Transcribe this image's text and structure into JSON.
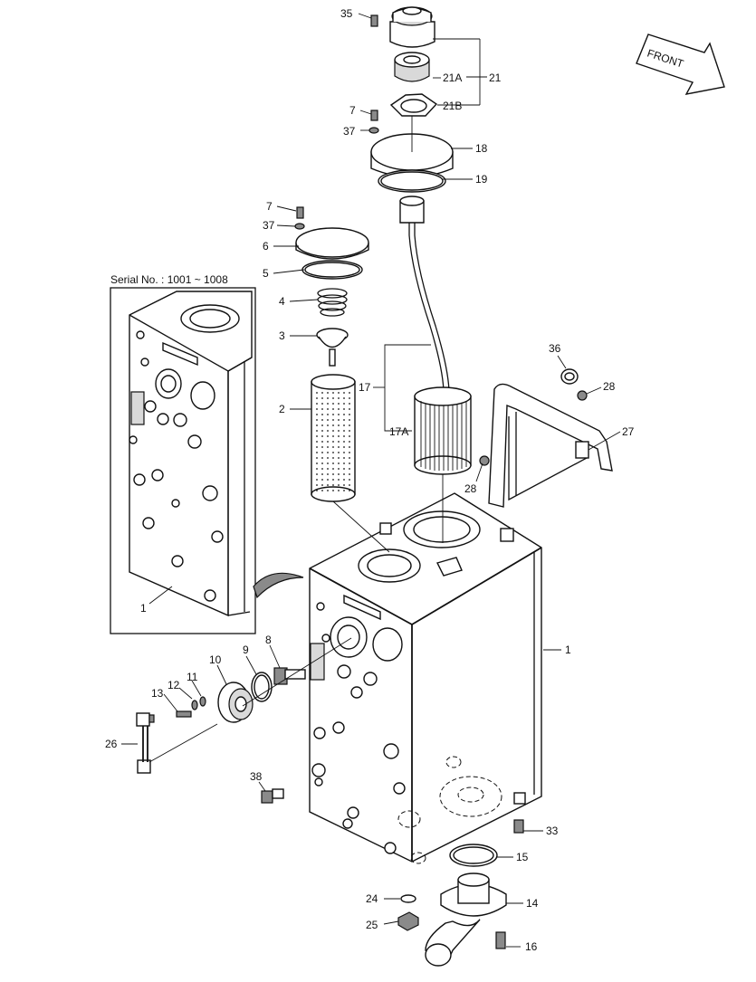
{
  "diagram": {
    "front_arrow_label": "FRONT",
    "serial_note": "Serial No. : 1001 ~ 1008",
    "callouts": [
      "35",
      "21A",
      "21",
      "21B",
      "7",
      "37",
      "18",
      "19",
      "7",
      "37",
      "6",
      "5",
      "4",
      "3",
      "2",
      "17",
      "17A",
      "36",
      "28",
      "27",
      "28",
      "1",
      "1",
      "10",
      "9",
      "8",
      "12",
      "11",
      "13",
      "26",
      "38",
      "33",
      "15",
      "14",
      "24",
      "25",
      "16"
    ]
  }
}
